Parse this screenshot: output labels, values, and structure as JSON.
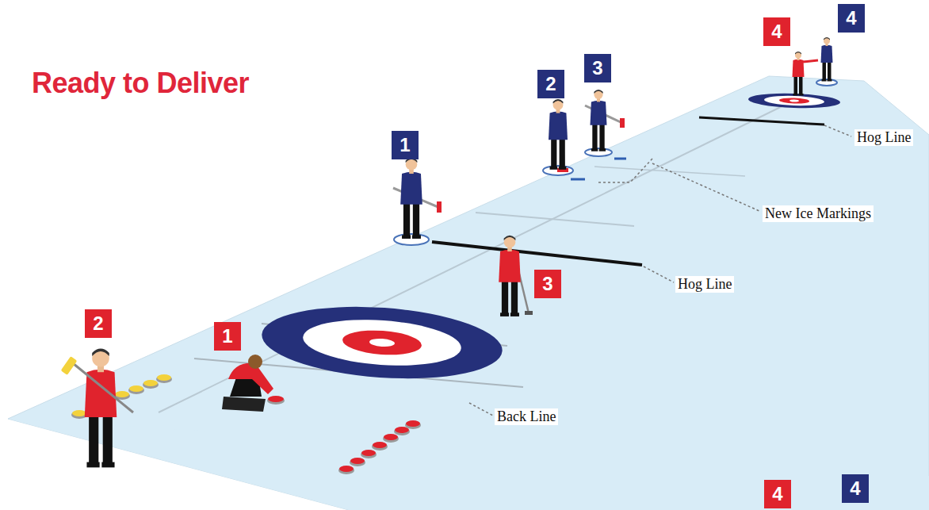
{
  "diagram": {
    "title": "Ready to Deliver",
    "labels": [
      "4",
      "4",
      "2",
      "3",
      "Hog Line",
      "1",
      "New Ice Markings",
      "Hog Line",
      "2",
      "1",
      "3",
      "Back Line",
      "4",
      "4"
    ]
  }
}
